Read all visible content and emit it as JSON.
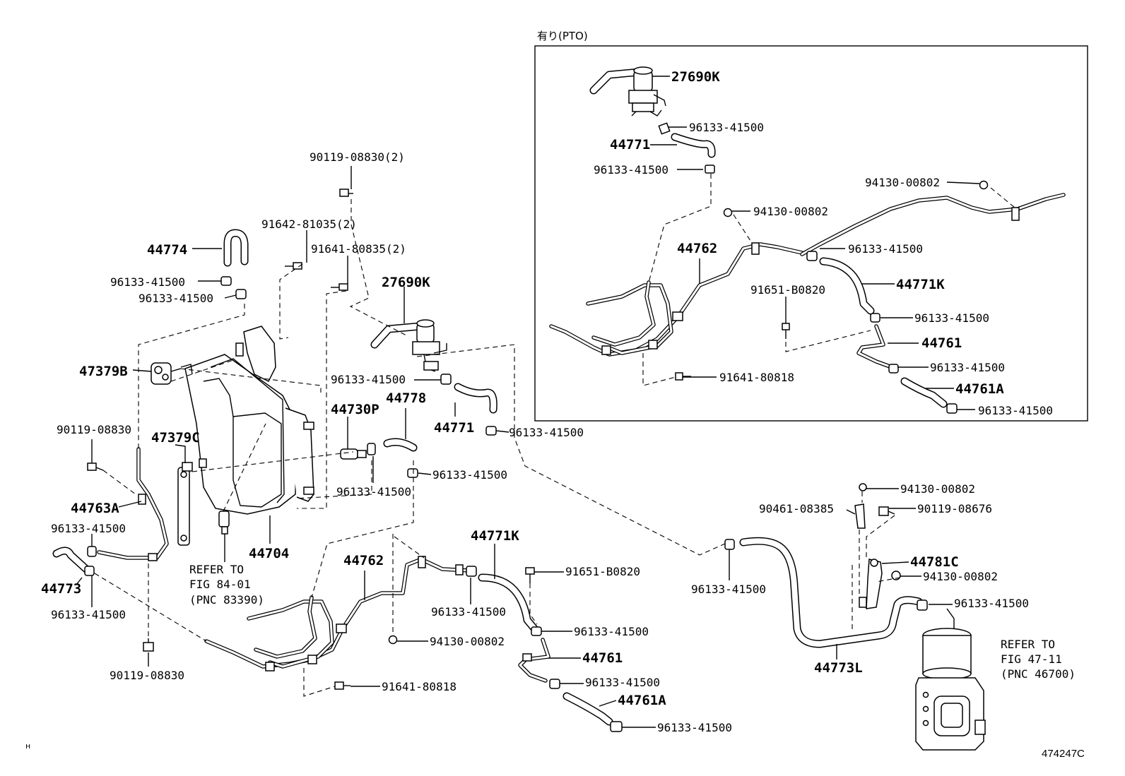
{
  "inset": {
    "title": "有り(PTO)"
  },
  "figure_code": "474247C",
  "footer_mark": "н",
  "labels": {
    "l_90119_08830_2": "90119-08830(2)",
    "l_91642_81035_2": "91642-81035(2)",
    "l_91641_80835_2": "91641-80835(2)",
    "l_44774": "44774",
    "l_96133_a": "96133-41500",
    "l_96133_b": "96133-41500",
    "l_27690K": "27690K",
    "l_47379B": "47379B",
    "l_96133_c": "96133-41500",
    "l_44778": "44778",
    "l_44730P": "44730P",
    "l_44771": "44771",
    "l_96133_d": "96133-41500",
    "l_90119_08830_a": "90119-08830",
    "l_47379C": "47379C",
    "l_96133_e": "96133-41500",
    "l_96133_f": "96133-41500",
    "l_44763A": "44763A",
    "l_96133_g": "96133-41500",
    "l_44704": "44704",
    "l_44773": "44773",
    "l_96133_h": "96133-41500",
    "l_90119_08830_b": "90119-08830",
    "l_44762": "44762",
    "l_44771K": "44771K",
    "l_91651_B0820": "91651-B0820",
    "l_96133_i": "96133-41500",
    "l_96133_j": "96133-41500",
    "l_94130_a": "94130-00802",
    "l_44761": "44761",
    "l_96133_k": "96133-41500",
    "l_44761A": "44761A",
    "l_91641_80818": "91641-80818",
    "l_96133_l": "96133-41500",
    "l_94130_b": "94130-00802",
    "l_90461_08385": "90461-08385",
    "l_90119_08676": "90119-08676",
    "l_44781C": "44781C",
    "l_94130_c": "94130-00802",
    "l_96133_m": "96133-41500",
    "l_96133_n": "96133-41500",
    "l_44773L": "44773L",
    "i_27690K": "27690K",
    "i_96133_a": "96133-41500",
    "i_44771": "44771",
    "i_96133_b": "96133-41500",
    "i_94130_a": "94130-00802",
    "i_94130_b": "94130-00802",
    "i_44762": "44762",
    "i_96133_c": "96133-41500",
    "i_91651_B0820": "91651-B0820",
    "i_44771K": "44771K",
    "i_96133_d": "96133-41500",
    "i_44761": "44761",
    "i_96133_e": "96133-41500",
    "i_44761A": "44761A",
    "i_91641_80818": "91641-80818",
    "i_96133_f": "96133-41500"
  },
  "refer_1": [
    "REFER TO",
    "FIG 84-01",
    "(PNC 83390)"
  ],
  "refer_2": [
    "REFER TO",
    "FIG 47-11",
    "(PNC 46700)"
  ]
}
